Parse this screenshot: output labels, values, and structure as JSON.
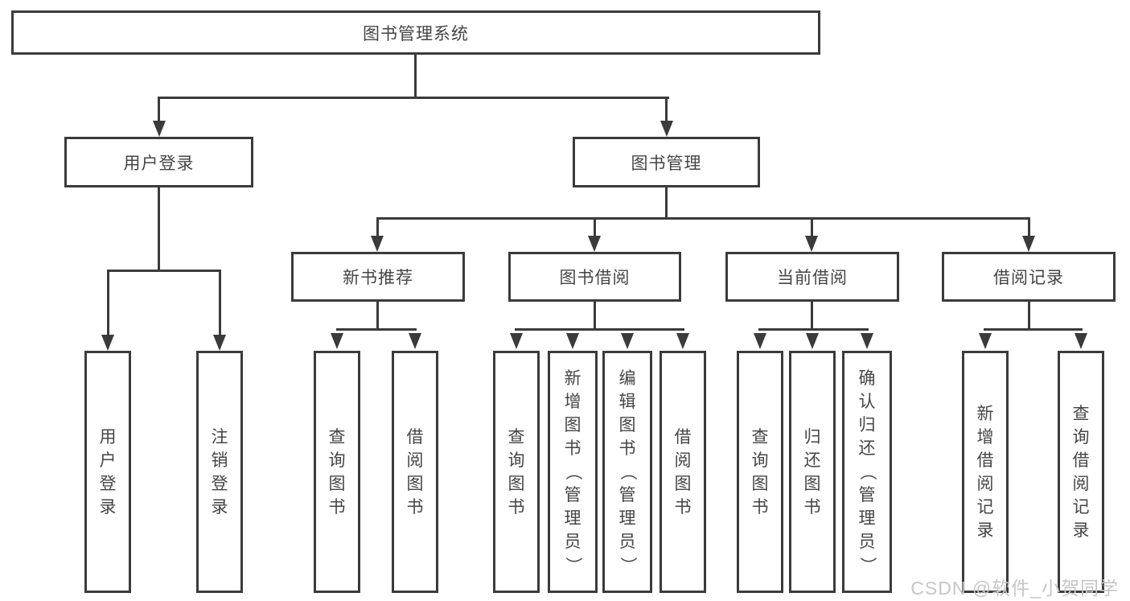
{
  "diagram_title": "图书管理系统",
  "tree": {
    "label": "图书管理系统",
    "children": [
      {
        "label": "用户登录",
        "children": [
          {
            "label": "用户登录"
          },
          {
            "label": "注销登录"
          }
        ]
      },
      {
        "label": "图书管理",
        "children": [
          {
            "label": "新书推荐",
            "children": [
              {
                "label": "查询图书"
              },
              {
                "label": "借阅图书"
              }
            ]
          },
          {
            "label": "图书借阅",
            "children": [
              {
                "label": "查询图书"
              },
              {
                "label": "新增图书（管理员）"
              },
              {
                "label": "编辑图书（管理员）"
              },
              {
                "label": "借阅图书"
              }
            ]
          },
          {
            "label": "当前借阅",
            "children": [
              {
                "label": "查询图书"
              },
              {
                "label": "归还图书"
              },
              {
                "label": "确认归还（管理员）"
              }
            ]
          },
          {
            "label": "借阅记录",
            "children": [
              {
                "label": "新增借阅记录"
              },
              {
                "label": "查询借阅记录"
              }
            ]
          }
        ]
      }
    ]
  },
  "watermark": {
    "text": "CSDN @软件_小贺同学",
    "color": "#c6c6c6"
  },
  "colors": {
    "line": "#3b3b3b",
    "text": "#454545",
    "background": "#ffffff"
  }
}
